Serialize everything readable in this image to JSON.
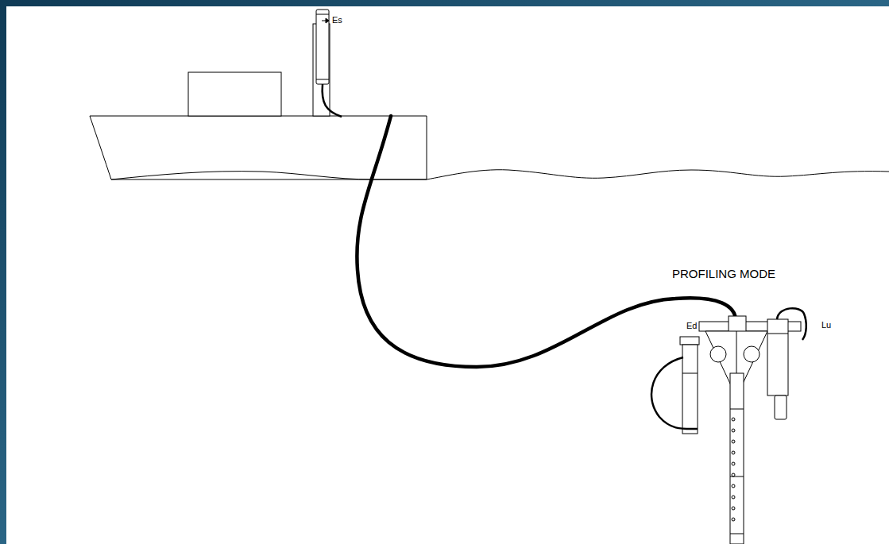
{
  "diagram": {
    "labels": [
      "Es",
      "PROFILING MODE",
      "Ed",
      "Lu"
    ]
  }
}
